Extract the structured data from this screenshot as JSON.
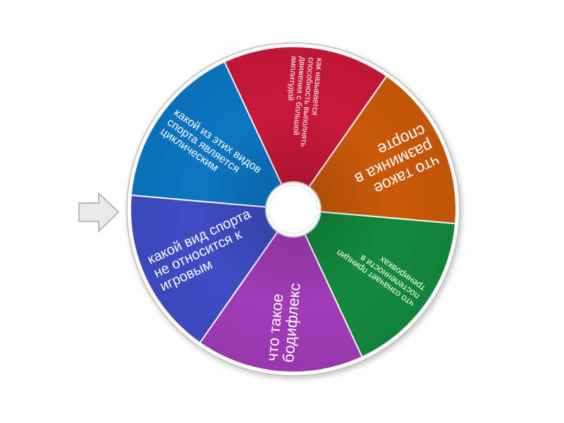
{
  "wheel": {
    "segments": [
      {
        "label": "что означает принцип постепенности в тренировках",
        "color": "#128a3c",
        "font": 13,
        "width": 150
      },
      {
        "label": "что такое бодифлекс",
        "color": "#a13bb6",
        "font": 22,
        "width": 150
      },
      {
        "label": "какой вид спорта не относится к игровым",
        "color": "#3f4cc4",
        "font": 20,
        "width": 160
      },
      {
        "label": "какой из этих видов спорта является циклическим",
        "color": "#0a76c2",
        "font": 16,
        "width": 150
      },
      {
        "label": "как называется способность выполнять движения с большой амплитудой",
        "color": "#c8183a",
        "font": 11.5,
        "width": 150
      },
      {
        "label": "что такое разминка в спорте",
        "color": "#c95a08",
        "font": 23,
        "width": 160
      }
    ]
  },
  "pointer": {
    "icon": "arrow-right-icon"
  }
}
